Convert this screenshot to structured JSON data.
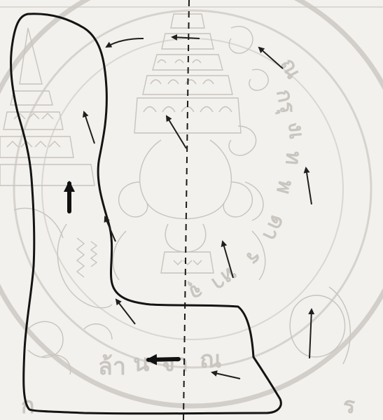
{
  "figure": {
    "watermark_lettering": "ณ กรุงเทพ กรมการศาสนา กระทรวงวัฒนธรรม",
    "colors": {
      "background": "#f3f1ed",
      "sketch": "#c7c3bd",
      "sketch_light": "#d9d6d1",
      "outline": "#1a1a1a",
      "arrow": "#1f1f1f",
      "watermark": "#c9c6c1"
    },
    "marks": {
      "outline_style": "solid",
      "axis_style": "dashed",
      "arrow_count": 12
    }
  }
}
